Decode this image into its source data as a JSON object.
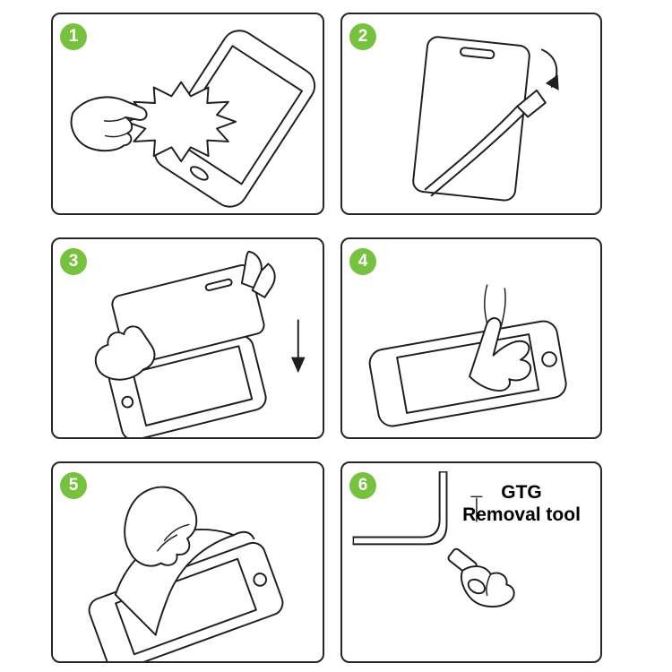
{
  "sheet": {
    "name": "screen-protector-installation-instructions",
    "colors": {
      "badge_green": "#76c13e",
      "line": "#1f1f1f",
      "background": "#ffffff"
    },
    "steps": [
      {
        "number": "1",
        "illustration": "clean-screen-with-cloth"
      },
      {
        "number": "2",
        "illustration": "peel-protective-film"
      },
      {
        "number": "3",
        "illustration": "align-glass-over-phone"
      },
      {
        "number": "4",
        "illustration": "press-screen-with-finger"
      },
      {
        "number": "5",
        "illustration": "smooth-film-onto-screen"
      },
      {
        "number": "6",
        "illustration": "use-removal-tool-on-corner"
      }
    ],
    "step6": {
      "label_line1": "GTG",
      "label_line2": "Removal tool"
    }
  }
}
